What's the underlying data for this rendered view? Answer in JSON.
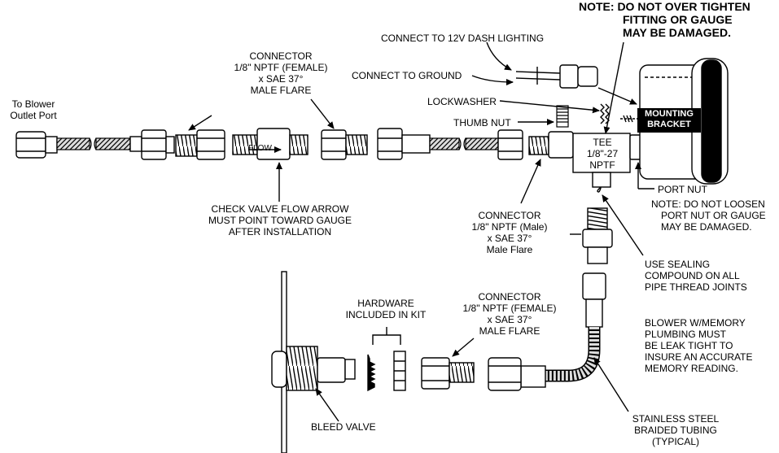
{
  "notes": {
    "top_warning": [
      "NOTE:  DO NOT OVER TIGHTEN",
      "FITTING OR GAUGE",
      "MAY BE DAMAGED."
    ],
    "port_nut_warning": [
      "NOTE:  DO NOT LOOSEN",
      "PORT NUT OR GAUGE",
      "MAY BE DAMAGED."
    ]
  },
  "labels": {
    "to_blower": [
      "To Blower",
      "Outlet Port"
    ],
    "connector_top": [
      "CONNECTOR",
      "1/8\" NPTF (FEMALE)",
      "x SAE 37°",
      "MALE FLARE"
    ],
    "connect_12v": "CONNECT TO 12V DASH LIGHTING",
    "connect_ground": "CONNECT TO GROUND",
    "lockwasher": "LOCKWASHER",
    "thumb_nut": "THUMB NUT",
    "mounting_bracket": [
      "MOUNTING",
      "BRACKET"
    ],
    "tee": [
      "TEE",
      "1/8\"-27",
      "NPTF"
    ],
    "port_nut": "PORT NUT",
    "flow": "FLOW",
    "check_valve": [
      "CHECK VALVE FLOW ARROW",
      "MUST POINT TOWARD GAUGE",
      "AFTER INSTALLATION"
    ],
    "connector_male": [
      "CONNECTOR",
      "1/8\" NPTF (Male)",
      "x SAE 37°",
      "Male Flare"
    ],
    "sealing": [
      "USE SEALING",
      "COMPOUND ON ALL",
      "PIPE THREAD JOINTS"
    ],
    "hardware": [
      "HARDWARE",
      "INCLUDED IN KIT"
    ],
    "connector_bottom": [
      "CONNECTOR",
      "1/8\" NPTF (FEMALE)",
      "x SAE 37°",
      "MALE FLARE"
    ],
    "blower_memory": [
      "BLOWER W/MEMORY",
      "PLUMBING MUST",
      "BE LEAK TIGHT TO",
      "INSURE AN ACCURATE",
      "MEMORY READING."
    ],
    "bleed_valve": "BLEED VALVE",
    "stainless": [
      "STAINLESS STEEL",
      "BRAIDED TUBING",
      "(TYPICAL)"
    ]
  }
}
